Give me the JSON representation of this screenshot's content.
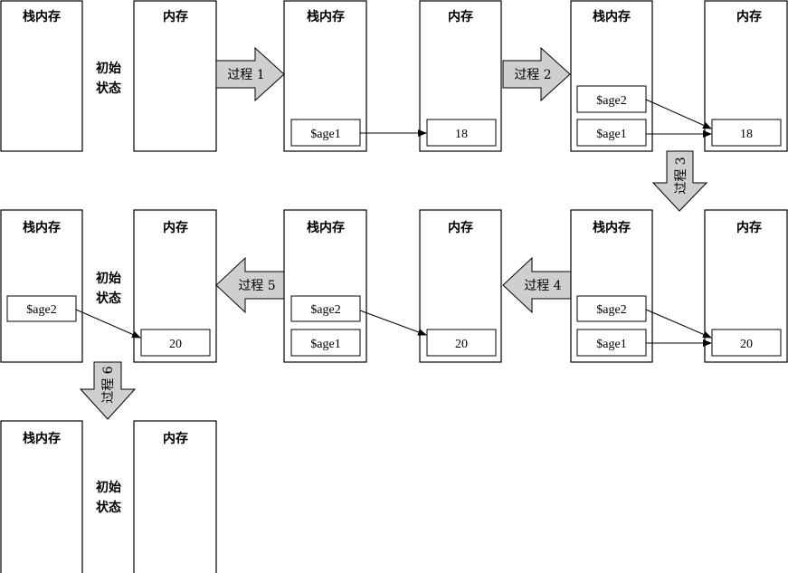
{
  "labels": {
    "stack": "栈内存",
    "memory": "内存",
    "initial_line1": "初始",
    "initial_line2": "状态"
  },
  "vars": {
    "age1": "$age1",
    "age2": "$age2"
  },
  "values": {
    "v18": "18",
    "v20": "20"
  },
  "steps": {
    "s1": "过程 1",
    "s2": "过程 2",
    "s3": "过程 3",
    "s4": "过程 4",
    "s5": "过程 5",
    "s6": "过程 6"
  }
}
